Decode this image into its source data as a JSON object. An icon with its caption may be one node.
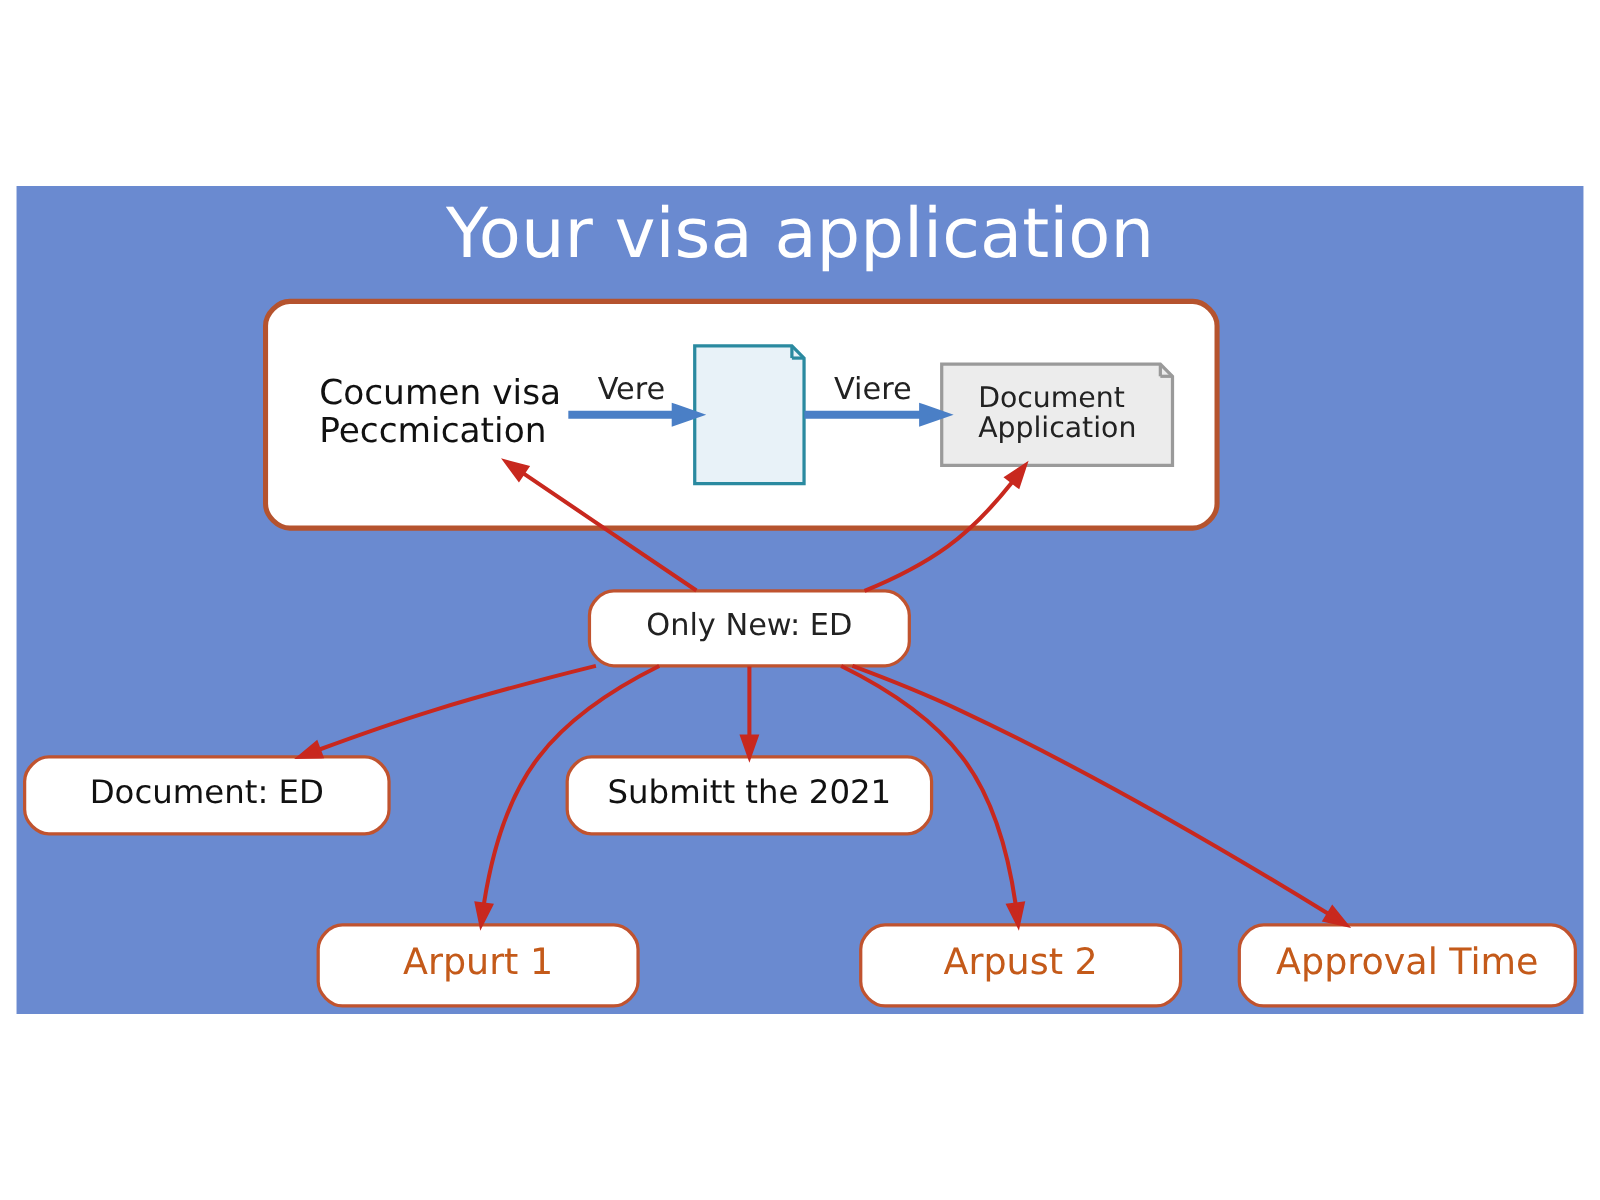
{
  "diagram": {
    "title": "Your visa application",
    "nodes": [
      {
        "text": [],
        "shape": "box"
      },
      {
        "text": [
          "Cocumen visa Peccmication"
        ],
        "in": 0
      },
      {
        "text": [],
        "shape": "picture",
        "in": 0
      },
      {
        "text": [
          "Document Application"
        ],
        "in": 0
      },
      {
        "text": [
          "Only New: ED"
        ]
      },
      {
        "text": [
          "Document: ED"
        ]
      },
      {
        "text": [
          "Submitt the 2021"
        ]
      },
      {
        "text": [
          "Arpurt 1"
        ]
      },
      {
        "text": [
          "Arpust 2"
        ]
      },
      {
        "text": [
          "Approval Time"
        ]
      }
    ],
    "edges": [
      {
        "from": 1,
        "to": 2,
        "arrow": "to",
        "label": "Vere",
        "style": "thick",
        "color": "#4a7fc6"
      },
      {
        "from": 2,
        "to": 3,
        "arrow": "to",
        "label": "Viere",
        "style": "thick",
        "color": "#4a7fc6"
      },
      {
        "from": 4,
        "to": 1,
        "arrow": "to"
      },
      {
        "from": 4,
        "to": 3,
        "arrow": "to"
      },
      {
        "from": 4,
        "to": 5,
        "arrow": "to"
      },
      {
        "from": 4,
        "to": 7,
        "arrow": "to"
      },
      {
        "from": 4,
        "to": 6,
        "arrow": "to"
      },
      {
        "from": 4,
        "to": 8,
        "arrow": "to"
      },
      {
        "from": 4,
        "to": 9,
        "arrow": "to"
      }
    ]
  }
}
